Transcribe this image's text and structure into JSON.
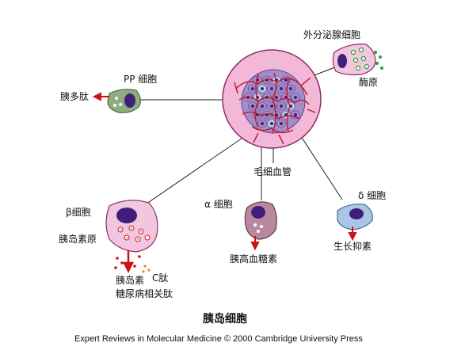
{
  "labels": {
    "exocrine_cell": "外分泌腺细胞",
    "enzymogen": "酶原",
    "pp_cell": "PP 细胞",
    "pancreatic_polypeptide": "胰多肽",
    "capillary": "毛细血管",
    "beta_cell": "β细胞",
    "proinsulin": "胰岛素原",
    "insulin": "胰岛素",
    "c_peptide": "C肽",
    "amylin": "糖尿病相关肽",
    "alpha_cell": "α 细胞",
    "glucagon": "胰高血糖素",
    "delta_cell": "δ 细胞",
    "somatostatin": "生长抑素"
  },
  "title": "胰岛细胞",
  "credit": "Expert Reviews in Molecular Medicine © 2000 Cambridge University Press",
  "colors": {
    "islet_fill": "#f3b8d8",
    "islet_outline": "#8a2f6a",
    "cell_purple": "#a58ec8",
    "nucleus": "#3f1f7a",
    "pp_fill": "#8fac80",
    "beta_fill": "#f3c6df",
    "alpha_fill": "#b7889e",
    "delta_fill": "#a9c6e6",
    "exocrine_fill": "#f3c6df",
    "capillary": "#c0172a",
    "arrow": "#d01010",
    "green_granule": "#2aa02a",
    "orange_granule": "#e08a00"
  }
}
